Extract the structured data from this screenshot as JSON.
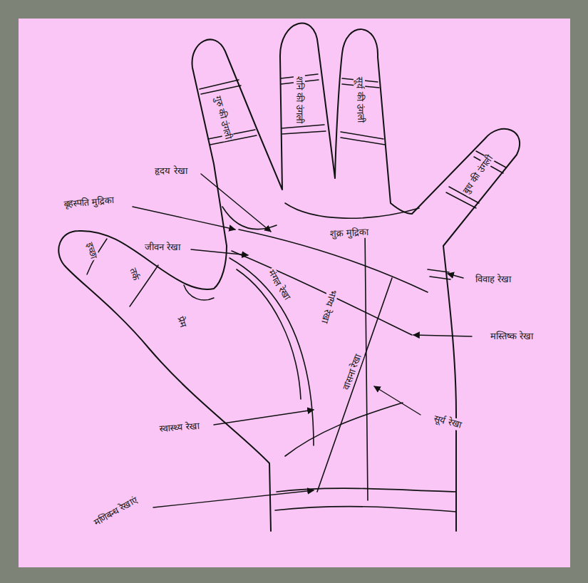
{
  "diagram": {
    "labels": [
      "गुरु की उंगली",
      "शनि की उंगली",
      "सूर्य की उंगली",
      "बुध की उंगली",
      "हृदय रेखा",
      "बृहस्पति मुद्रिका",
      "जीवन रेखा",
      "शुक्र मुद्रिका",
      "विवाह रेखा",
      "मस्तिष्क रेखा",
      "मंगल रेखा",
      "भाग्य रेखा",
      "वासना रेखा",
      "इच्छा",
      "तर्क",
      "प्रेम",
      "स्वास्थ्य रेखा",
      "सूर्य रेखा",
      "मणिबन्ध रेखाएं"
    ]
  }
}
